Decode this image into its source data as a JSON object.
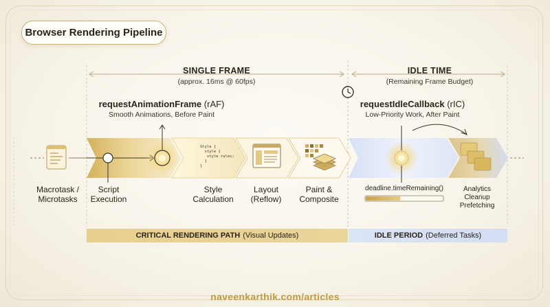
{
  "title": "Browser Rendering Pipeline",
  "single_frame": {
    "heading": "SINGLE FRAME",
    "subheading": "(approx. 16ms @ 60fps)"
  },
  "idle_time": {
    "heading": "IDLE TIME",
    "subheading": "(Remaining Frame Budget)"
  },
  "raf": {
    "name": "requestAnimationFrame",
    "abbr": "(rAF)",
    "desc": "Smooth Animations, Before Paint"
  },
  "ric": {
    "name": "requestIdleCallback",
    "abbr": "(rIC)",
    "desc": "Low-Priority Work, After Paint"
  },
  "stages": {
    "macrotask": [
      "Macrotask /",
      "Microtasks"
    ],
    "script": [
      "Script",
      "Execution"
    ],
    "style": [
      "Style",
      "Calculation"
    ],
    "layout": [
      "Layout",
      "(Reflow)"
    ],
    "paint": [
      "Paint &",
      "Composite"
    ],
    "analytics": [
      "Analytics",
      "Cleanup",
      "Prefetching"
    ]
  },
  "code_snippet": "Style {\n  style {\n   style rules;\n  }\n}",
  "deadline": {
    "label": "deadline.timeRemaining()",
    "remaining": 0.45
  },
  "bars": {
    "critical_bold": "CRITICAL RENDERING PATH",
    "critical_rest": "(Visual Updates)",
    "idle_bold": "IDLE PERIOD",
    "idle_rest": "(Deferred Tasks)"
  },
  "footer": "naveenkarthik.com/articles",
  "colors": {
    "gold": "#d9b85e",
    "gold_light": "#f3e4b6",
    "blue": "#c9d7f2",
    "accent_text": "#c19a3c"
  },
  "icons": [
    "document-icon",
    "node-icon",
    "raf-glow-icon",
    "code-icon",
    "layout-icon",
    "paint-layers-icon",
    "clock-icon",
    "ric-glow-icon",
    "stacked-cards-icon"
  ]
}
